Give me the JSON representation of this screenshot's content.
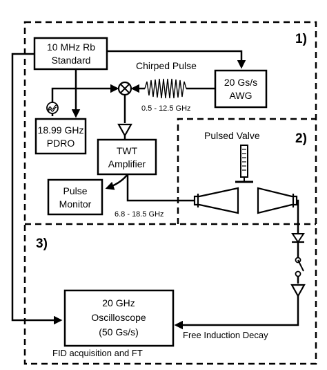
{
  "regions": {
    "r1": "1)",
    "r2": "2)",
    "r3": "3)"
  },
  "blocks": {
    "rb_standard": [
      "10 MHz Rb",
      "Standard"
    ],
    "awg": [
      "20 Gs/s",
      "AWG"
    ],
    "pdro": [
      "18.99 GHz",
      "PDRO"
    ],
    "twt": [
      "TWT",
      "Amplifier"
    ],
    "pulse_monitor": [
      "Pulse",
      "Monitor"
    ],
    "oscilloscope": [
      "20 GHz",
      "Oscilloscope",
      "(50 Gs/s)"
    ]
  },
  "labels": {
    "chirped_pulse": "Chirped Pulse",
    "chirp_band": "0.5 - 12.5 GHz",
    "pulsed_valve": "Pulsed Valve",
    "amp_band": "6.8 - 18.5 GHz",
    "fid": "Free Induction Decay",
    "fid_acq": "FID acquisition and FT"
  }
}
